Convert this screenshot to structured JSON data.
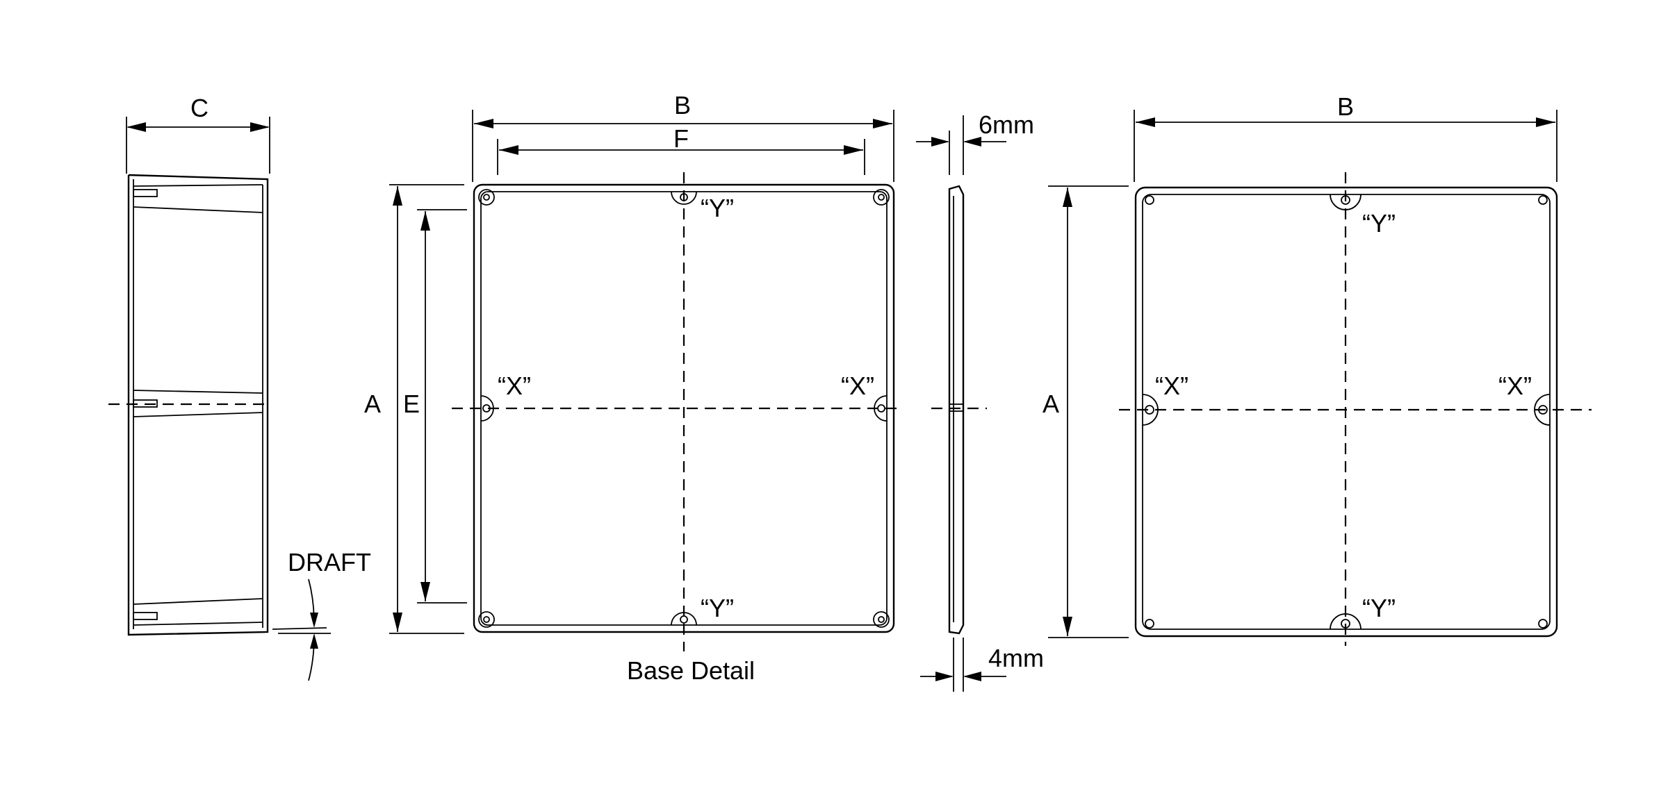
{
  "side_view": {
    "dimension_c": "C",
    "draft_label": "DRAFT"
  },
  "base_detail": {
    "dimension_b": "B",
    "dimension_f": "F",
    "dimension_a": "A",
    "dimension_e": "E",
    "hole_x_left": "“X”",
    "hole_x_right": "“X”",
    "hole_y_top": "“Y”",
    "hole_y_bottom": "“Y”",
    "caption": "Base Detail"
  },
  "lid_profile": {
    "thickness_top": "6mm",
    "thickness_bottom": "4mm"
  },
  "lid_view": {
    "dimension_b": "B",
    "dimension_a": "A",
    "hole_x_left": "“X”",
    "hole_x_right": "“X”",
    "hole_y_top": "“Y”",
    "hole_y_bottom": "“Y”"
  }
}
